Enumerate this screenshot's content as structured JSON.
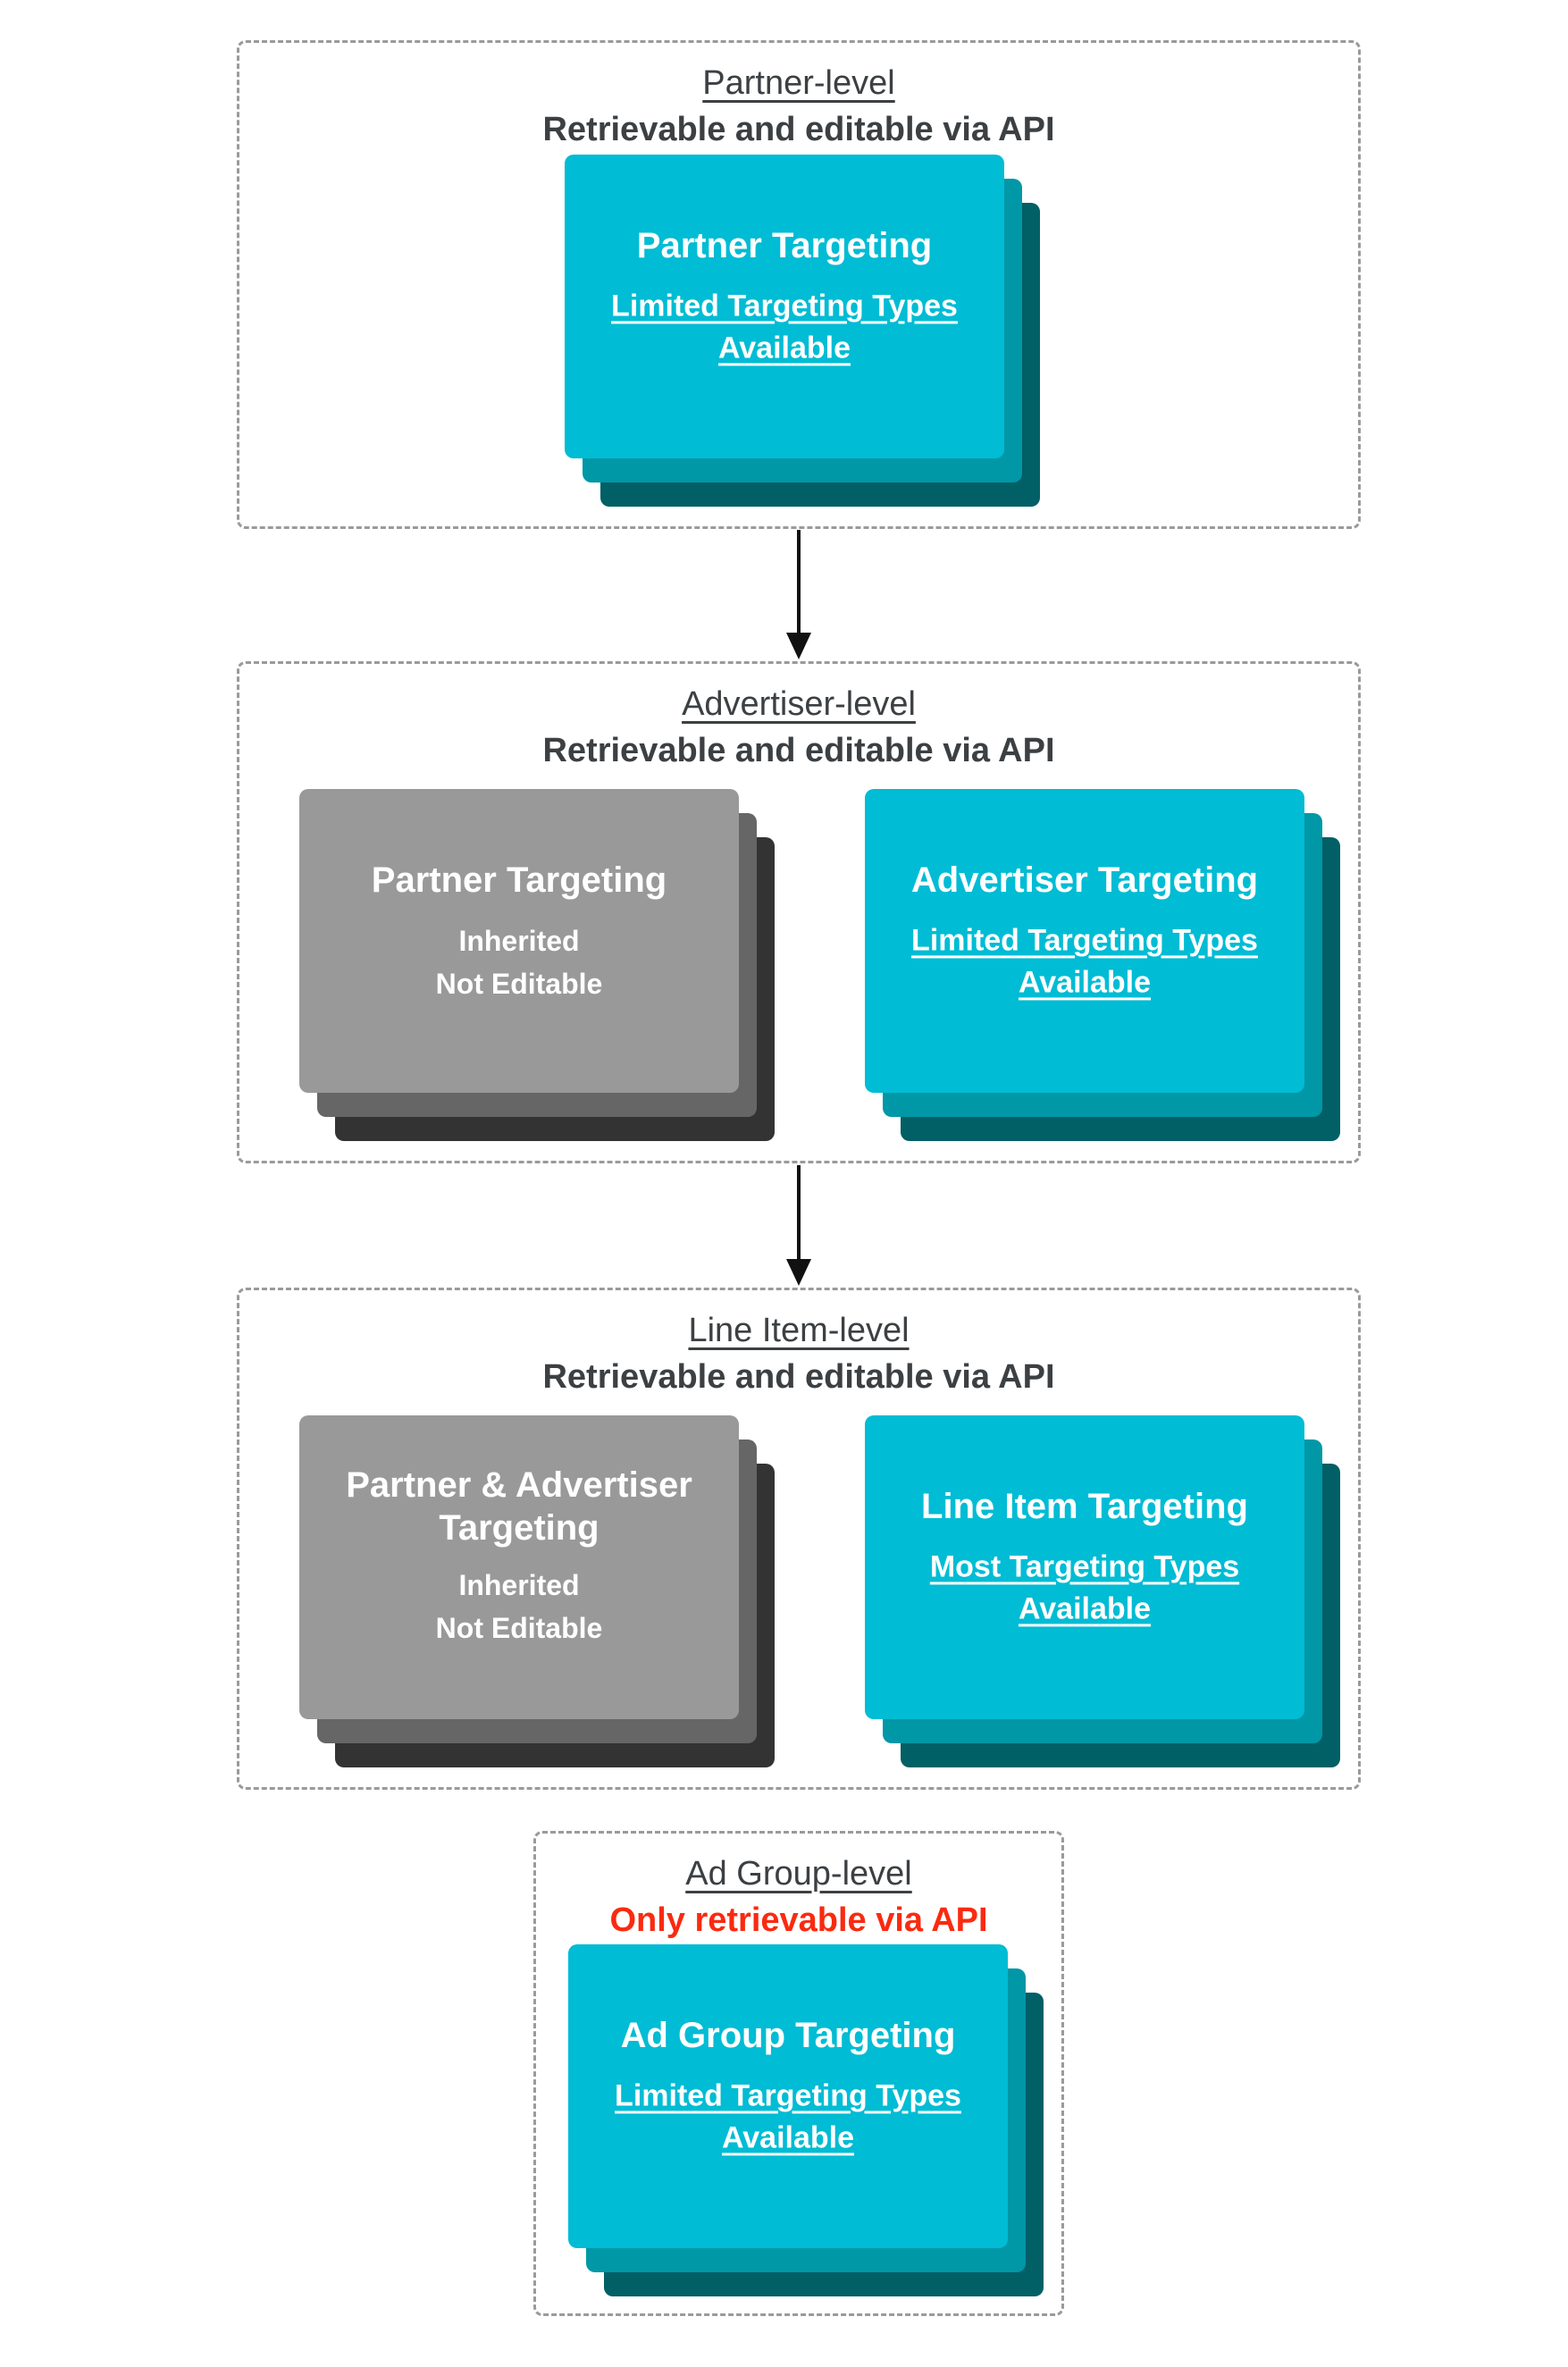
{
  "diagram": {
    "sections": [
      {
        "title": "Partner-level",
        "subtitle": "Retrievable and editable via API",
        "cards": [
          {
            "variant": "teal",
            "title": "Partner Targeting",
            "lines": [
              "Limited Targeting Types",
              "Available"
            ]
          }
        ]
      },
      {
        "title": "Advertiser-level",
        "subtitle": "Retrievable and editable via API",
        "cards": [
          {
            "variant": "gray",
            "title": "Partner Targeting",
            "lines": [
              "Inherited",
              "Not Editable"
            ]
          },
          {
            "variant": "teal",
            "title": "Advertiser Targeting",
            "lines": [
              "Limited Targeting Types",
              "Available"
            ]
          }
        ]
      },
      {
        "title": "Line Item-level",
        "subtitle": "Retrievable and editable via API",
        "cards": [
          {
            "variant": "gray",
            "title": "Partner & Advertiser Targeting",
            "lines": [
              "Inherited",
              "Not Editable"
            ]
          },
          {
            "variant": "teal",
            "title": "Line Item Targeting",
            "lines": [
              "Most Targeting Types",
              "Available"
            ]
          }
        ]
      },
      {
        "title": "Ad Group-level",
        "subtitle": "Only retrievable via API",
        "cards": [
          {
            "variant": "teal",
            "title": "Ad Group Targeting",
            "lines": [
              "Limited Targeting Types",
              "Available"
            ]
          }
        ]
      }
    ],
    "colors": {
      "teal_front": "#00BCD4",
      "teal_mid": "#0097A7",
      "teal_back": "#015F66",
      "gray_front": "#999999",
      "gray_mid": "#666666",
      "gray_back": "#333333",
      "heading_text": "#3C4043",
      "alert_red": "#FA2A10",
      "card_text": "#FFFFFF",
      "dashed_border": "#9A9A9A",
      "arrow": "#111111"
    }
  }
}
